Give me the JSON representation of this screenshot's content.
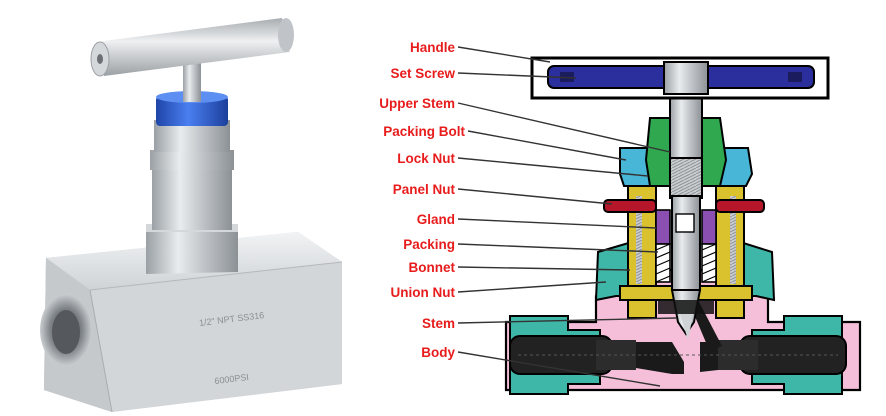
{
  "labels": [
    {
      "text": "Handle"
    },
    {
      "text": "Set Screw"
    },
    {
      "text": "Upper Stem"
    },
    {
      "text": "Packing Bolt"
    },
    {
      "text": "Lock Nut"
    },
    {
      "text": "Panel Nut"
    },
    {
      "text": "Gland"
    },
    {
      "text": "Packing"
    },
    {
      "text": "Bonnet"
    },
    {
      "text": "Union Nut"
    },
    {
      "text": "Stem"
    },
    {
      "text": "Body"
    }
  ],
  "photo": {
    "engraving_line1": "1/2\" NPT  SS316",
    "engraving_line2": "6000PSI"
  },
  "colors": {
    "label": "#e81c1c",
    "handle_insert": "#2b2f9e",
    "packing_bolt": "#48b6d6",
    "lock_nut": "#2fa84f",
    "panel_nut": "#b5162a",
    "gland": "#8a4fb0",
    "bonnet": "#d9c22e",
    "union_nut": "#3fb7a8",
    "body": "#f5bfd9",
    "photo_collar": "#2f5fcf"
  }
}
